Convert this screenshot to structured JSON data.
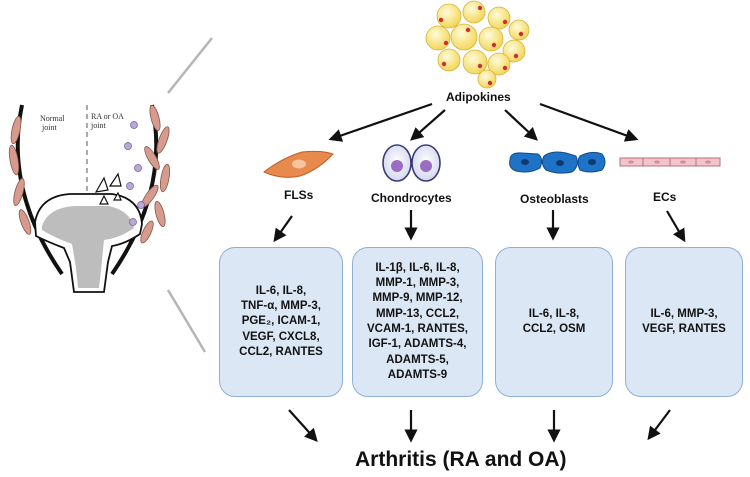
{
  "joint": {
    "normal_lines": [
      "Normal",
      "joint"
    ],
    "disease_lines": [
      "RA or OA",
      "joint"
    ]
  },
  "adipokines_label": "Adipokines",
  "cells": [
    {
      "name": "FLSs",
      "lines": [
        "IL-6, IL-8,",
        "TNF-α, MMP-3,",
        "PGE₂, ICAM-1,",
        "VEGF, CXCL8,",
        "CCL2, RANTES"
      ]
    },
    {
      "name": "Chondrocytes",
      "lines": [
        "IL-1β, IL-6, IL-8,",
        "MMP-1, MMP-3,",
        "MMP-9, MMP-12,",
        "MMP-13, CCL2,",
        "VCAM-1, RANTES,",
        "IGF-1, ADAMTS-4,",
        "ADAMTS-5,",
        "ADAMTS-9"
      ]
    },
    {
      "name": "Osteoblasts",
      "lines": [
        "IL-6, IL-8,",
        "CCL2, OSM"
      ]
    },
    {
      "name": "ECs",
      "lines": [
        "IL-6, MMP-3,",
        "VEGF, RANTES"
      ]
    }
  ],
  "outcome": "Arthritis (RA and OA)",
  "colors": {
    "box_fill": "#dce7f5",
    "box_border": "#8eb0d6",
    "fls": "#e8894e",
    "osteoblast": "#1e73c7",
    "ec": "#f2c4cb",
    "chondrocyte_nucleus": "#9b6cc4",
    "adipocyte": "#f6df6e"
  }
}
